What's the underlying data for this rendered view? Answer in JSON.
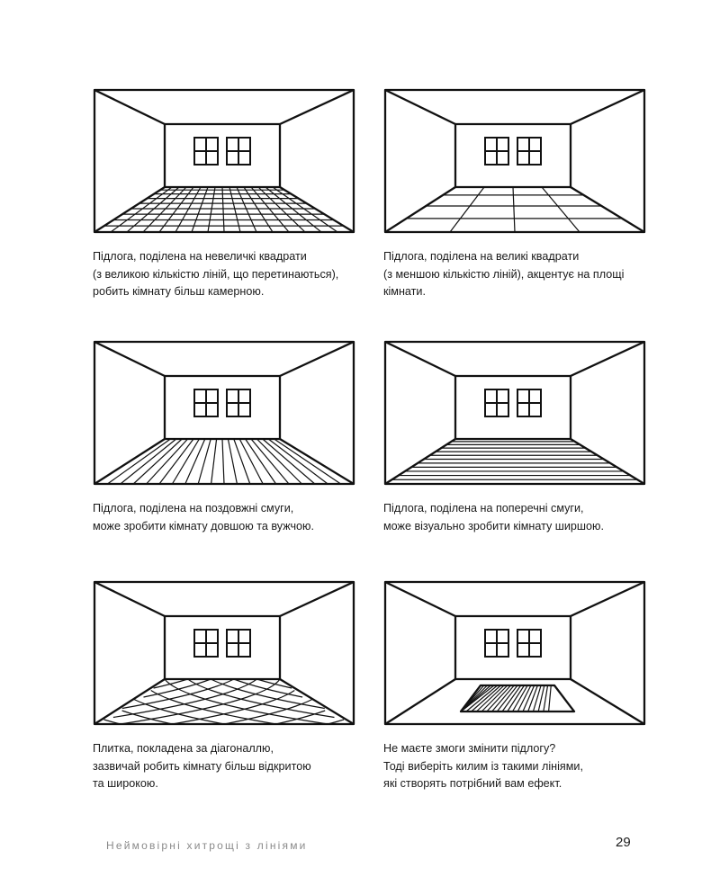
{
  "panels": [
    {
      "id": "small-squares",
      "caption": "Підлога, поділена на невеличкі квадрати\n(з великою кількістю ліній, що перетинаються),\nробить кімнату більш камерною."
    },
    {
      "id": "large-squares",
      "caption": "Підлога, поділена на великі квадрати\n(з меншою кількістю ліній), акцентує на площі\nкімнати."
    },
    {
      "id": "longitudinal-stripes",
      "caption": "Підлога, поділена на поздовжні смуги,\nможе зробити кімнату довшою та вужчою."
    },
    {
      "id": "transverse-stripes",
      "caption": "Підлога, поділена на поперечні смуги,\nможе візуально зробити кімнату ширшою."
    },
    {
      "id": "diagonal-tiles",
      "caption": "Плитка, покладена за діагоналлю,\nзазвичай робить кімнату більш відкритою\nта широкою."
    },
    {
      "id": "striped-rug",
      "caption": "Не маєте змоги змінити підлогу?\nТоді виберіть килим із такими лініями,\nякі створять потрібний вам ефект."
    }
  ],
  "footer": {
    "book_title": "Неймовірні хитрощі з лініями",
    "page_number": "29"
  }
}
